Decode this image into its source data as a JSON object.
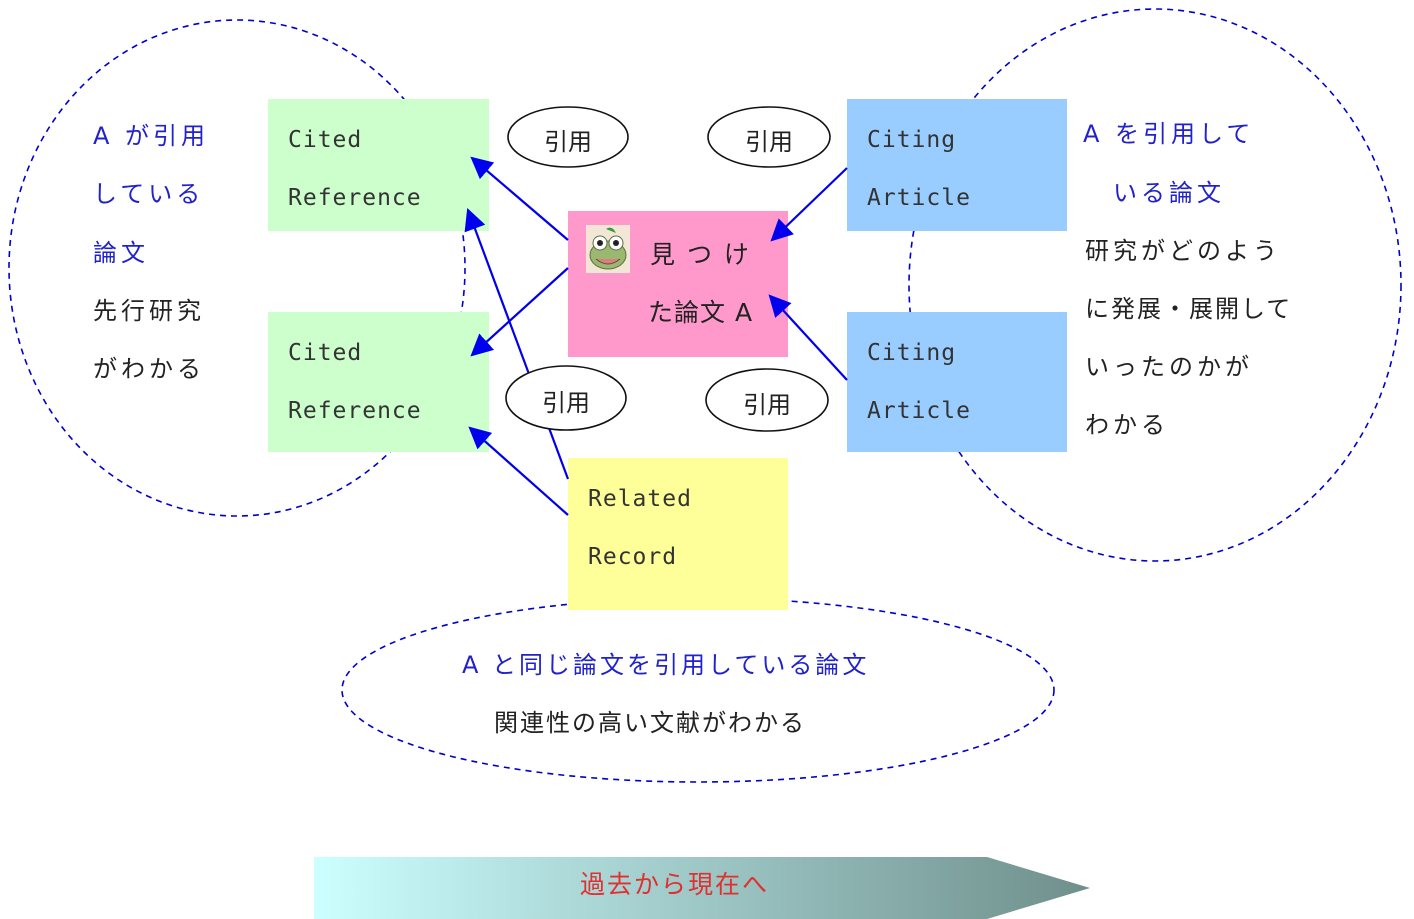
{
  "boxes": {
    "cited_top": {
      "line1": "Cited",
      "line2": "Reference"
    },
    "cited_bottom": {
      "line1": "Cited",
      "line2": "Reference"
    },
    "citing_top": {
      "line1": "Citing",
      "line2": "Article"
    },
    "citing_bottom": {
      "line1": "Citing",
      "line2": "Article"
    },
    "found_paper": {
      "line1": "見 つ け",
      "line2": "た論文 A"
    },
    "related": {
      "line1": "Related",
      "line2": "Record"
    }
  },
  "relation_labels": {
    "top_left": "引用",
    "top_right": "引用",
    "bottom_left": "引用",
    "bottom_right": "引用"
  },
  "left_note": {
    "blue_lines": [
      "A が引用",
      "している",
      "論文"
    ],
    "black_lines": [
      "先行研究",
      "がわかる"
    ]
  },
  "right_note": {
    "blue_lines": [
      "A を引用して",
      "いる論文"
    ],
    "black_lines": [
      "研究がどのよう",
      "に発展・展開して",
      "いったのかが",
      "わかる"
    ]
  },
  "bottom_note": {
    "blue_line": "A と同じ論文を引用している論文",
    "black_line": "関連性の高い文献がわかる"
  },
  "timeline": {
    "label": "過去から現在へ"
  },
  "colors": {
    "cited": "#ccffcc",
    "citing": "#99ccff",
    "found": "#ff99cc",
    "related": "#ffff99",
    "arrow": "#0000ee",
    "dashed": "#0000cc",
    "timeline_label": "#e03030"
  },
  "icons": {
    "frog": "frog-mascot-icon"
  }
}
